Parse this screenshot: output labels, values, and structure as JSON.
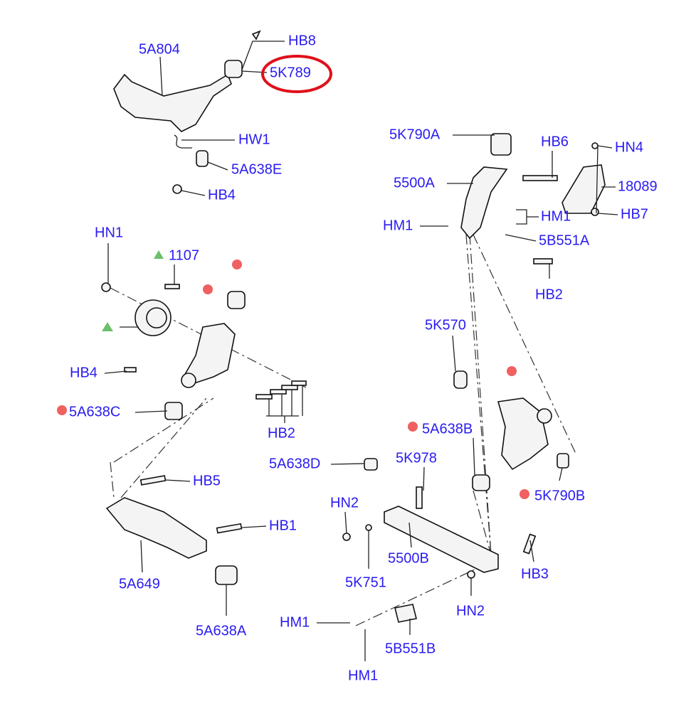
{
  "diagram": {
    "title": "Rear suspension exploded view",
    "highlight_color": "#e0101a",
    "label_color": "#2a1cf0",
    "labels": {
      "hb8": "HB8",
      "a5a804": "5A804",
      "a5k789": "5K789",
      "hw1": "HW1",
      "a5a638e": "5A638E",
      "hb4_top": "HB4",
      "a5k790a": "5K790A",
      "hb6": "HB6",
      "hn4": "HN4",
      "a5500a": "5500A",
      "a18089": "18089",
      "hm1_right": "HM1",
      "hb7": "HB7",
      "hm1_left": "HM1",
      "a5b551a": "5B551A",
      "hn1": "HN1",
      "a1107": "1107",
      "hb2_right": "HB2",
      "a5k570": "5K570",
      "hb4_mid": "HB4",
      "a5a638c": "5A638C",
      "hb2_mid": "HB2",
      "a5a638b": "5A638B",
      "a5k978": "5K978",
      "a5a638d": "5A638D",
      "hb5": "HB5",
      "a5k790b": "5K790B",
      "hn2_left": "HN2",
      "hb1": "HB1",
      "a5500b": "5500B",
      "hb3": "HB3",
      "a5k751": "5K751",
      "a5a649": "5A649",
      "hn2_bottom": "HN2",
      "a5a638a": "5A638A",
      "hm1_bottom_left": "HM1",
      "a5b551b": "5B551B",
      "hm1_bottom": "HM1"
    }
  }
}
